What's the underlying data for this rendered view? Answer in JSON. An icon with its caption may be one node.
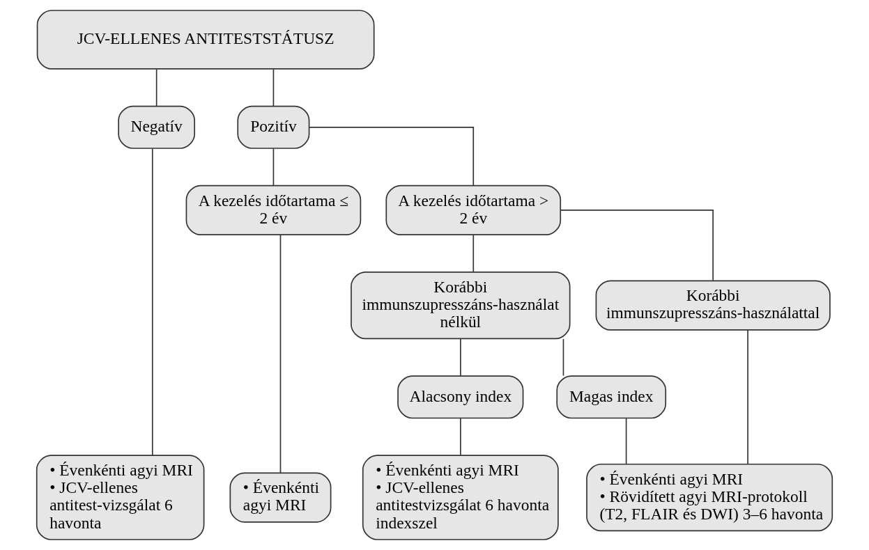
{
  "diagram": {
    "nodes": [
      {
        "text": [
          "JCV-ELLENES ANTITESTSTÁTUSZ"
        ]
      },
      {
        "text": [
          "Negatív"
        ]
      },
      {
        "text": [
          "Pozitív"
        ]
      },
      {
        "text": [
          "A kezelés időtartama ≤ 2 év"
        ]
      },
      {
        "text": [
          "A kezelés időtartama > 2 év"
        ]
      },
      {
        "text": [
          "Korábbi immunszupresszáns-használat nélkül"
        ]
      },
      {
        "text": [
          "Korábbi immunszupresszáns-használattal"
        ]
      },
      {
        "text": [
          "Alacsony index"
        ]
      },
      {
        "text": [
          "Magas index"
        ]
      },
      {
        "text": [
          "• Évenkénti agyi MRI",
          "• JCV-ellenes antitest-vizsgálat 6 havonta"
        ]
      },
      {
        "text": [
          "• Évenkénti agyi MRI"
        ]
      },
      {
        "text": [
          "• Évenkénti agyi MRI",
          "• JCV-ellenes antitestvizsgálat 6 havonta indexszel"
        ]
      },
      {
        "text": [
          "• Évenkénti agyi MRI",
          "• Rövidített agyi MRI-protokoll (T2, FLAIR és DWI) 3–6 havonta"
        ]
      }
    ],
    "edges": [
      {
        "from": 0,
        "to": 1,
        "arrow": "none"
      },
      {
        "from": 0,
        "to": 2,
        "arrow": "none"
      },
      {
        "from": 1,
        "to": 9,
        "arrow": "none"
      },
      {
        "from": 2,
        "to": 3,
        "arrow": "none"
      },
      {
        "from": 2,
        "to": 4,
        "arrow": "none"
      },
      {
        "from": 3,
        "to": 10,
        "arrow": "none"
      },
      {
        "from": 4,
        "to": 5,
        "arrow": "none"
      },
      {
        "from": 4,
        "to": 6,
        "arrow": "none"
      },
      {
        "from": 5,
        "to": 7,
        "arrow": "none"
      },
      {
        "from": 5,
        "to": 8,
        "arrow": "none"
      },
      {
        "from": 7,
        "to": 11,
        "arrow": "none"
      },
      {
        "from": 8,
        "to": 12,
        "arrow": "none"
      },
      {
        "from": 6,
        "to": 12,
        "arrow": "none"
      }
    ]
  }
}
